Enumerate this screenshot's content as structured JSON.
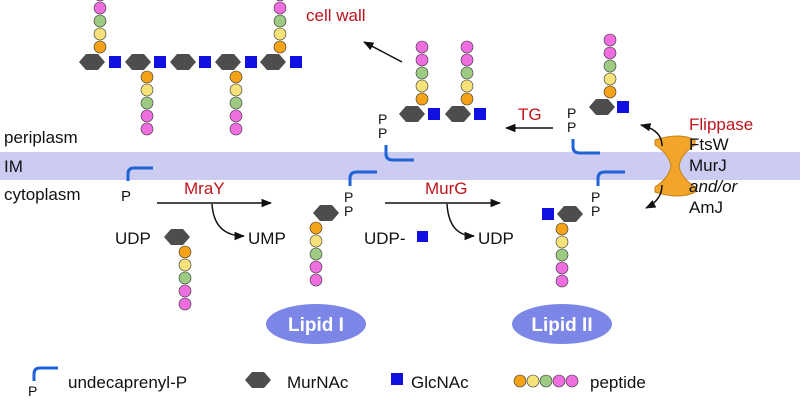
{
  "regions": {
    "periplasm": "periplasm",
    "membrane": "IM",
    "cytoplasm": "cytoplasm"
  },
  "enzymes": {
    "mray": "MraY",
    "murg": "MurG",
    "tg": "TG",
    "flippase": "Flippase"
  },
  "flippase_candidates": {
    "ftsw": "FtsW",
    "murj": "MurJ",
    "andor": "and/or",
    "amj": "AmJ"
  },
  "molecules": {
    "udp_left": "UDP",
    "ump": "UMP",
    "udp_glcnac": "UDP-",
    "udp_right": "UDP",
    "phosphate": "P"
  },
  "products": {
    "cell_wall": "cell wall",
    "lipid_i": "Lipid I",
    "lipid_ii": "Lipid II"
  },
  "legend": {
    "undecaprenyl": "undecaprenyl-P",
    "murnac": "MurNAc",
    "glcnac": "GlcNAc",
    "peptide": "peptide"
  },
  "colors": {
    "membrane": "#ccccf2",
    "enzyme_text": "#c0141c",
    "lipid_line": "#1f63d6",
    "murnac": "#4d4d4d",
    "glcnac": "#1010e0",
    "lipid_badge": "#7c86e6",
    "flippase": "#f2a528",
    "peptide_orange": "#f4a319",
    "peptide_yellow": "#f6e27a",
    "peptide_green": "#9dcb84",
    "peptide_pink": "#ee6ee0"
  }
}
